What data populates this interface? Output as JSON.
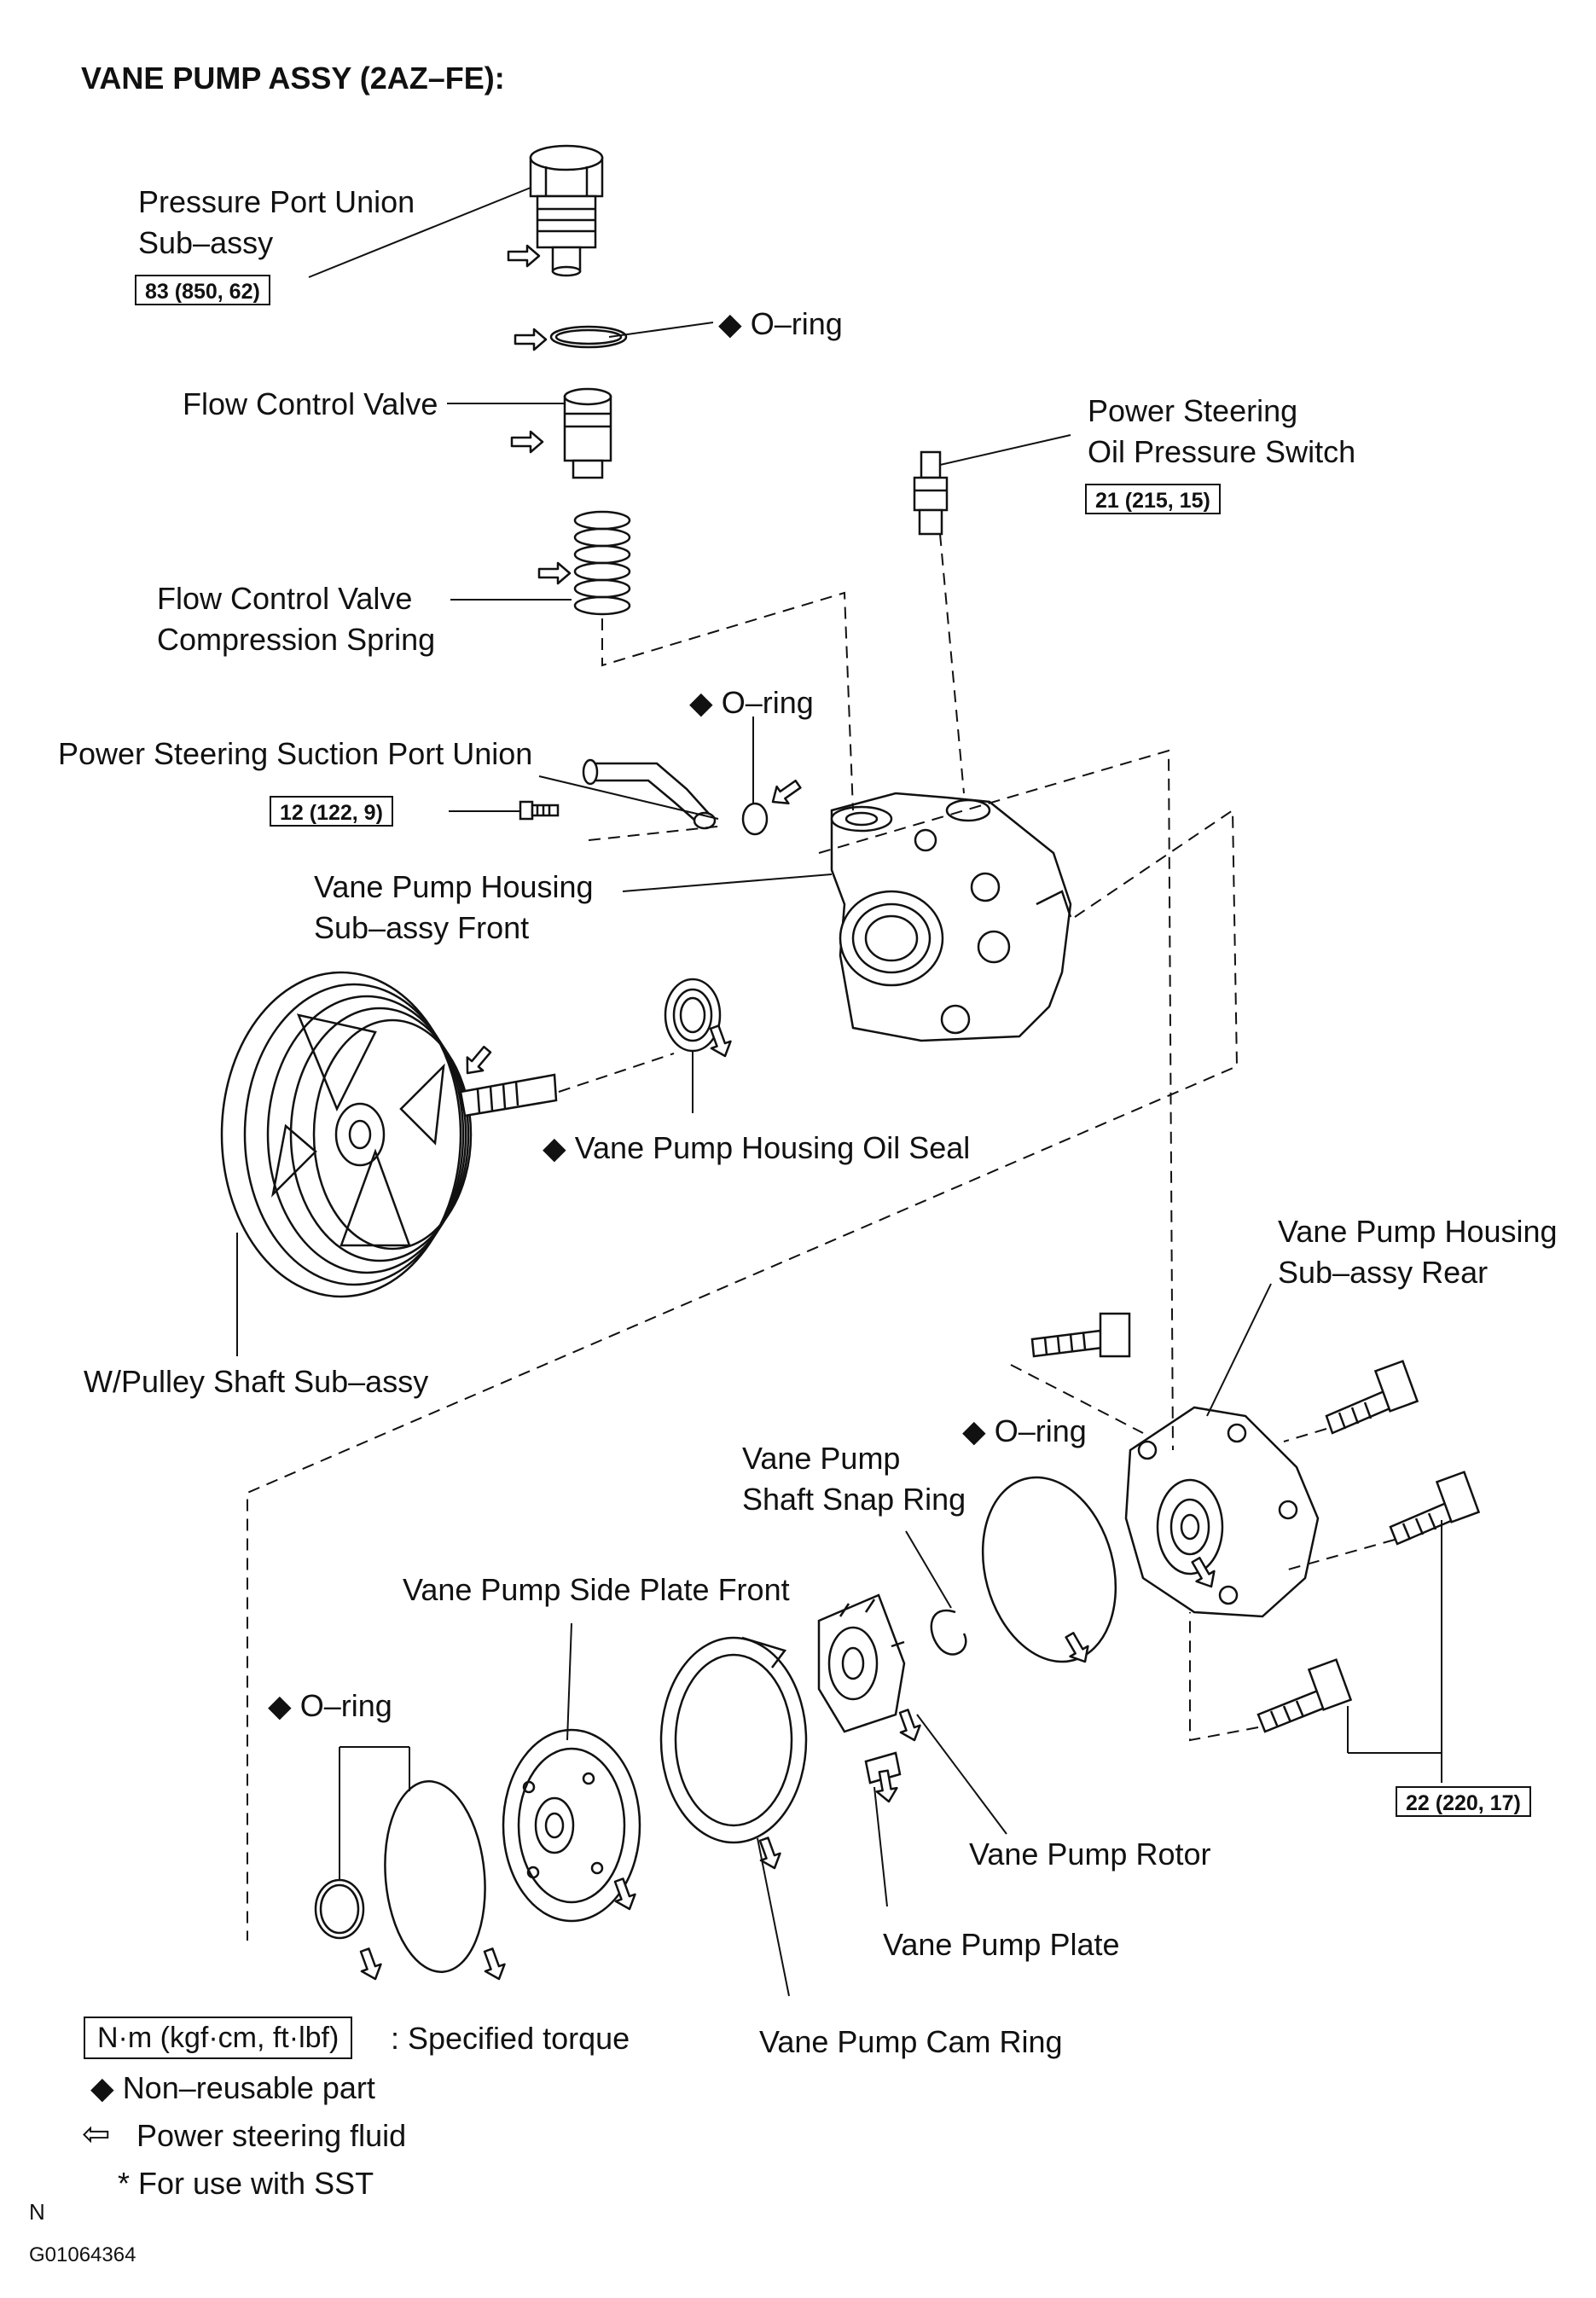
{
  "title": "VANE PUMP ASSY (2AZ–FE):",
  "labels": {
    "pressure_port_union": [
      "Pressure Port Union",
      "Sub–assy"
    ],
    "oring_top": "◆ O–ring",
    "flow_control_valve": "Flow Control Valve",
    "flow_spring": [
      "Flow  Control  Valve",
      "Compression Spring"
    ],
    "oil_pressure_switch": [
      "Power Steering",
      "Oil Pressure Switch"
    ],
    "oring_suction": "◆ O–ring",
    "suction_port_union": "Power Steering Suction Port Union",
    "housing_front": [
      "Vane Pump Housing",
      "Sub–assy Front"
    ],
    "oil_seal": "◆ Vane Pump Housing Oil Seal",
    "pulley_shaft": "W/Pulley Shaft Sub–assy",
    "housing_rear": [
      "Vane Pump Housing",
      "Sub–assy Rear"
    ],
    "oring_rear": "◆ O–ring",
    "snap_ring": [
      "Vane Pump",
      "Shaft Snap Ring"
    ],
    "side_plate": "Vane Pump Side Plate Front",
    "oring_left": "◆ O–ring",
    "rotor": "Vane Pump Rotor",
    "pump_plate": "Vane Pump Plate",
    "cam_ring": "Vane Pump Cam Ring"
  },
  "torques": {
    "pressure_port": "83 (850, 62)",
    "oil_pressure_switch": "21 (215, 15)",
    "suction_port": "12 (122, 9)",
    "rear_bolts": "22 (220, 17)"
  },
  "legend": {
    "torque_unit": "N·m (kgf·cm, ft·lbf)",
    "torque_text": ": Specified torque",
    "non_reusable": "◆ Non–reusable part",
    "fluid_arrow": "⇦",
    "fluid_text": "Power steering fluid",
    "sst": "* For use with SST"
  },
  "footer": {
    "mark": "N",
    "code": "G01064364"
  }
}
